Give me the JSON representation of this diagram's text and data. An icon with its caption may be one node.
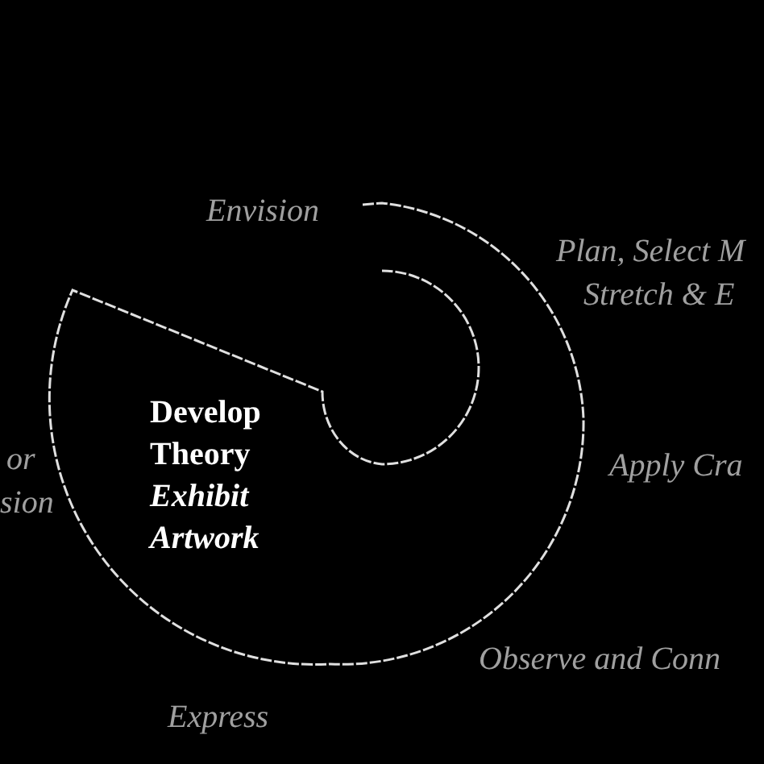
{
  "diagram": {
    "labels": [
      "Envision",
      "Plan, Select M",
      "Stretch & E",
      "Develop Theory",
      "Exhibit Artwork",
      "or",
      "sion",
      "Apply Cra",
      "Observe and Conn",
      "Express"
    ]
  }
}
